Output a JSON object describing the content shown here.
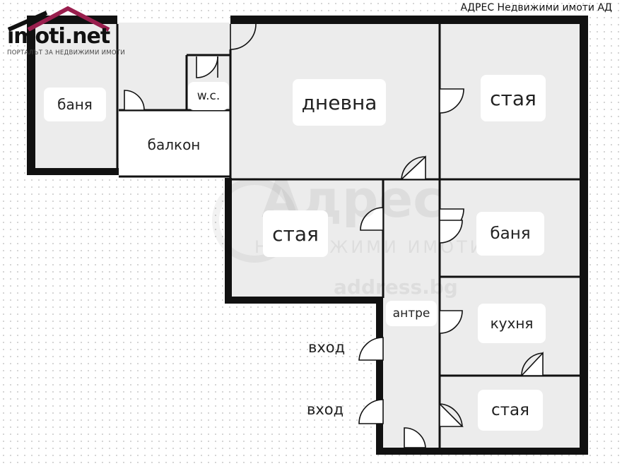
{
  "header": {
    "logo_name": "imoti.net",
    "logo_tagline": "ПОРТАЛЪТ ЗА НЕДВИЖИМИ ИМОТИ",
    "caption": "АДРЕС Недвижими имоти АД"
  },
  "watermark": {
    "main": "Адрес",
    "sub": "НЕДВИЖИМИ ИМОТИ",
    "url": "address.bg"
  },
  "rooms": {
    "bath_left": "баня",
    "wc": "w.c.",
    "balcony": "балкон",
    "living": "дневна",
    "room_top_right": "стая",
    "room_middle": "стая",
    "bath_right": "баня",
    "hall": "антре",
    "kitchen": "кухня",
    "room_bottom_right": "стая"
  },
  "entrances": {
    "entrance_1": "вход",
    "entrance_2": "вход"
  },
  "colors": {
    "wall": "#111111",
    "floor": "#ececec",
    "balcony": "#ffffff",
    "logo_accent": "#9a1f4e"
  }
}
